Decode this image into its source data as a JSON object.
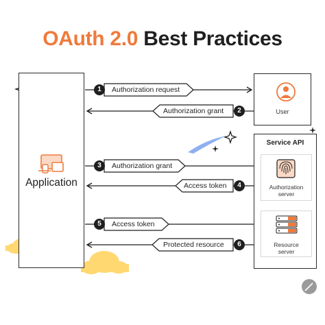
{
  "title": {
    "accent": "OAuth 2.0",
    "rest": "Best Practices"
  },
  "application": {
    "label": "Application",
    "icon": "devices-icon"
  },
  "user": {
    "label": "User",
    "icon": "user-icon"
  },
  "service": {
    "label": "Service API",
    "authorization_server": {
      "line1": "Authorization",
      "line2": "server",
      "icon": "fingerprint-icon"
    },
    "resource_server": {
      "line1": "Resource",
      "line2": "server",
      "icon": "server-icon"
    }
  },
  "steps": [
    {
      "number": "1",
      "label": "Authorization request"
    },
    {
      "number": "2",
      "label": "Authorization grant"
    },
    {
      "number": "3",
      "label": "Authorization grant"
    },
    {
      "number": "4",
      "label": "Access token"
    },
    {
      "number": "5",
      "label": "Access token"
    },
    {
      "number": "6",
      "label": "Protected resource"
    }
  ],
  "colors": {
    "accent": "#ef7a3c",
    "cloud": "#ffd872",
    "ink": "#1f1f1f",
    "swoosh": "#8fb0f0"
  }
}
